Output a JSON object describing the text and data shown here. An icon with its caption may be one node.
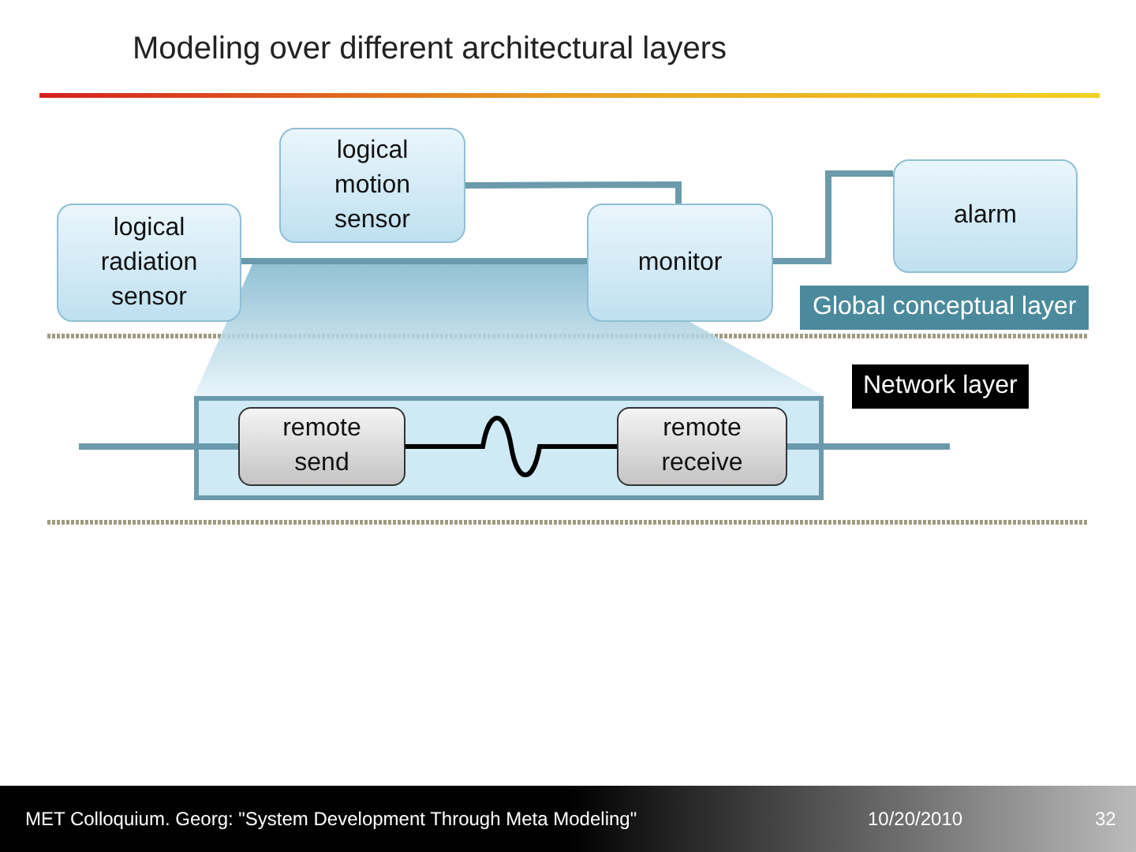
{
  "diagram": {
    "title": "Modeling over different architectural layers",
    "nodes": [
      {
        "text": [
          "logical radiation sensor"
        ]
      },
      {
        "text": [
          "logical motion sensor"
        ]
      },
      {
        "text": [
          "monitor"
        ]
      },
      {
        "text": [
          "alarm"
        ]
      },
      {
        "text": [],
        "shape": "box"
      },
      {
        "text": [
          "remote send"
        ],
        "in": 4
      },
      {
        "text": [
          "remote receive"
        ],
        "in": 4
      },
      {
        "text": [],
        "shape": "trapezoid"
      }
    ],
    "edges": [
      {
        "from": 0,
        "to": 2,
        "arrow": "none"
      },
      {
        "from": 1,
        "to": 2,
        "arrow": "none"
      },
      {
        "from": 2,
        "to": 3,
        "arrow": "none"
      },
      {
        "from": null,
        "to": 5,
        "arrow": "none"
      },
      {
        "from": 5,
        "to": 6,
        "arrow": "none",
        "color": "#000000"
      },
      {
        "from": 6,
        "to": null,
        "arrow": "none"
      }
    ],
    "labels": [
      "Global conceptual layer",
      "Network layer",
      "MET Colloquium. Georg: \"System Development Through Meta Modeling\"",
      "10/20/2010",
      "32"
    ]
  }
}
